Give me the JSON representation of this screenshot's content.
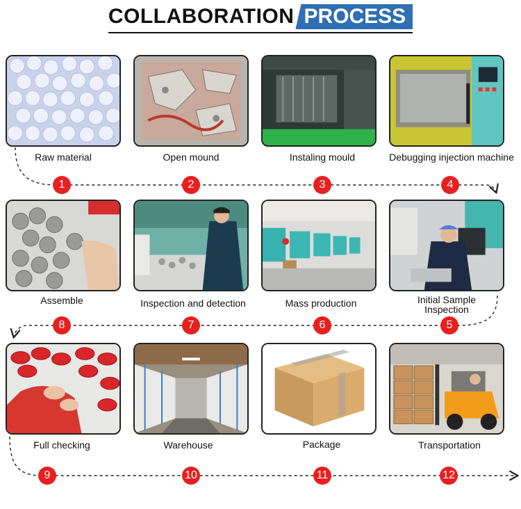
{
  "title": {
    "part1": "COLLABORATION",
    "part2": "PROCESS"
  },
  "colors": {
    "badge": "#e81f1f",
    "accent": "#2f6fb3",
    "arrow": "#222222"
  },
  "steps": [
    {
      "number": "1",
      "label": "Raw material"
    },
    {
      "number": "2",
      "label": "Open mound"
    },
    {
      "number": "3",
      "label": "Instaling mould"
    },
    {
      "number": "4",
      "label": "Debugging injection machine"
    },
    {
      "number": "5",
      "label": "Initial Sample\nInspection"
    },
    {
      "number": "6",
      "label": "Mass production"
    },
    {
      "number": "7",
      "label": "Inspection and detection"
    },
    {
      "number": "8",
      "label": "Assemble"
    },
    {
      "number": "9",
      "label": "Full checking"
    },
    {
      "number": "10",
      "label": "Warehouse"
    },
    {
      "number": "11",
      "label": "Package"
    },
    {
      "number": "12",
      "label": "Transportation"
    }
  ]
}
